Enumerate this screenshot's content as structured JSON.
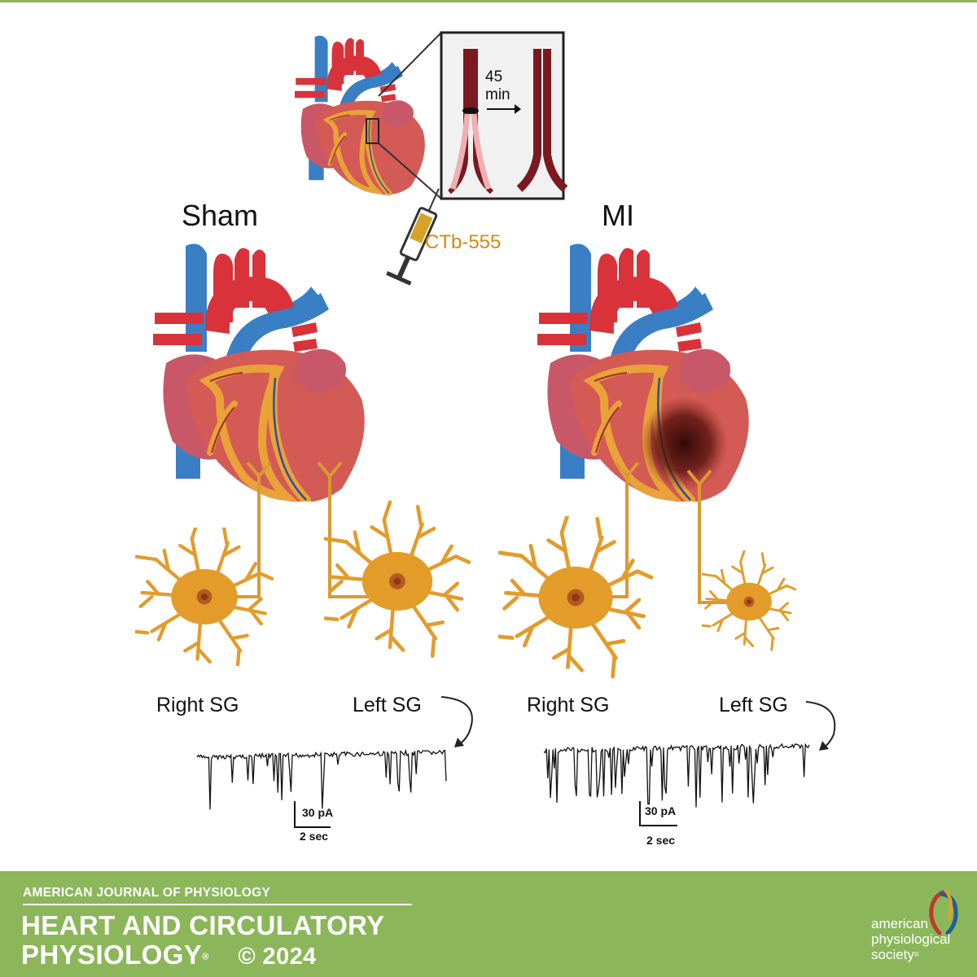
{
  "inset": {
    "duration_value": "45",
    "duration_unit": "min"
  },
  "injection": {
    "label": "CTb-555"
  },
  "groups": [
    {
      "title": "Sham",
      "right_label": "Right SG",
      "left_label": "Left SG"
    },
    {
      "title": "MI",
      "right_label": "Right SG",
      "left_label": "Left SG"
    }
  ],
  "scale_bars": [
    {
      "current": "30 pA",
      "time": "2 sec"
    },
    {
      "current": "30 pA",
      "time": "2 sec"
    }
  ],
  "footer": {
    "journal": "AMERICAN JOURNAL OF PHYSIOLOGY",
    "title_line1": "HEART AND CIRCULATORY",
    "title_line2": "PHYSIOLOGY",
    "registered": "®",
    "copyright": "© 2024",
    "publisher_line1": "american",
    "publisher_line2": "physiological",
    "publisher_line3": "society",
    "publisher_mark": "®"
  },
  "colors": {
    "artery": "#d8333a",
    "vein": "#3a7fc4",
    "myocardium": "#d45a55",
    "fat": "#e8a238",
    "neuron": "#e39b2a",
    "axon": "#d89a32",
    "infarct": "#3a0a08",
    "footer": "#8cb65a"
  }
}
